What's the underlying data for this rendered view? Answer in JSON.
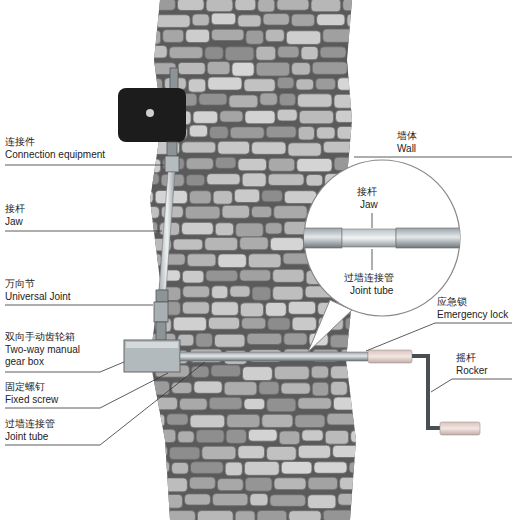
{
  "diagram": {
    "labels": [
      "连接件",
      "Connection equipment",
      "接杆",
      "Jaw",
      "万向节",
      "Universal Joint",
      "双向手动齿轮箱",
      "Two-way manual gear box",
      "固定螺钉",
      "Fixed screw",
      "过墙连接管",
      "Joint tube",
      "墙体",
      "Wall",
      "接杆",
      "Jaw",
      "过墙连接管",
      "Joint tube",
      "应急锁",
      "Emergency lock",
      "摇杆",
      "Rocker"
    ]
  }
}
